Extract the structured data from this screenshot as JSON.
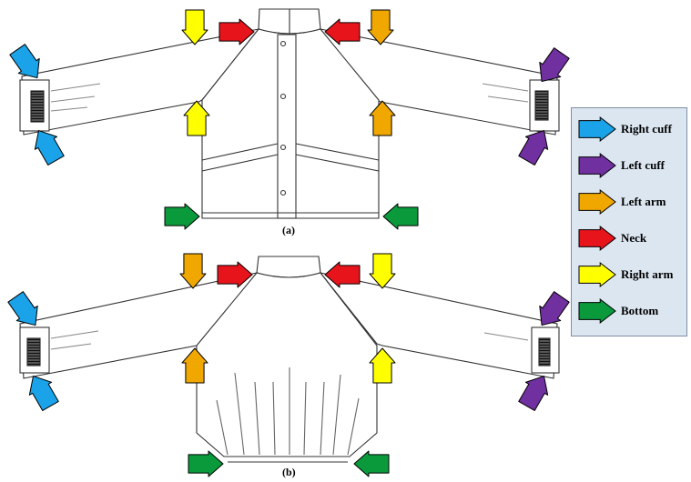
{
  "figure": {
    "panel_a_caption": "(a)",
    "panel_b_caption": "(b)"
  },
  "colors": {
    "right_cuff": "#1aa3e8",
    "left_cuff": "#7030a0",
    "left_arm": "#f0a800",
    "neck": "#e8141c",
    "right_arm": "#ffff00",
    "bottom": "#0a9a3c",
    "legend_bg": "#dce6f1"
  },
  "legend": {
    "items": [
      {
        "key": "right_cuff",
        "label": "Right cuff"
      },
      {
        "key": "left_cuff",
        "label": "Left cuff"
      },
      {
        "key": "left_arm",
        "label": "Left arm"
      },
      {
        "key": "neck",
        "label": "Neck"
      },
      {
        "key": "right_arm",
        "label": "Right arm"
      },
      {
        "key": "bottom",
        "label": "Bottom"
      }
    ]
  }
}
